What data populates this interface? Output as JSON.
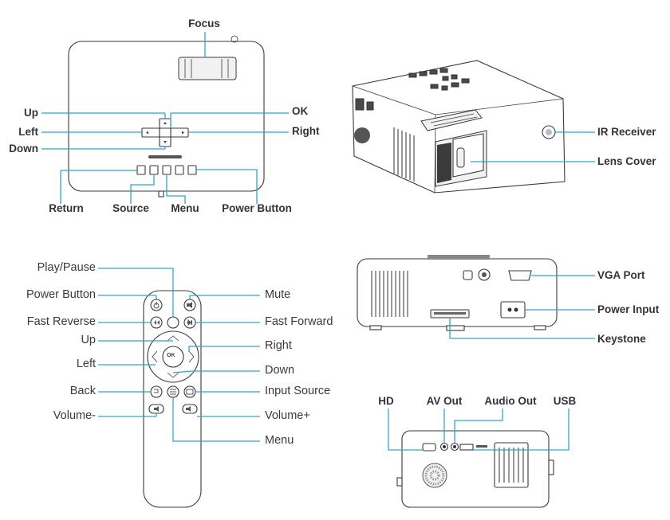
{
  "top_panel": {
    "focus": "Focus",
    "up": "Up",
    "left": "Left",
    "down": "Down",
    "ok": "OK",
    "right": "Right",
    "return": "Return",
    "source": "Source",
    "menu": "Menu",
    "power_button": "Power Button"
  },
  "projector_view": {
    "ir_receiver": "IR Receiver",
    "lens_cover": "Lens Cover"
  },
  "remote": {
    "play_pause": "Play/Pause",
    "power_button": "Power Button",
    "fast_reverse": "Fast Reverse",
    "up": "Up",
    "left": "Left",
    "back": "Back",
    "volume_minus": "Volume-",
    "mute": "Mute",
    "fast_forward": "Fast Forward",
    "right": "Right",
    "down": "Down",
    "input_source": "Input Source",
    "volume_plus": "Volume+",
    "menu": "Menu",
    "ok_key": "OK"
  },
  "rear_view": {
    "vga_port": "VGA Port",
    "power_input": "Power Input",
    "keystone": "Keystone"
  },
  "side_view": {
    "hd": "HD",
    "av_out": "AV Out",
    "audio_out": "Audio Out",
    "usb": "USB"
  },
  "colors": {
    "leader": "#2ea7c9",
    "outline": "#3a3a3a"
  }
}
